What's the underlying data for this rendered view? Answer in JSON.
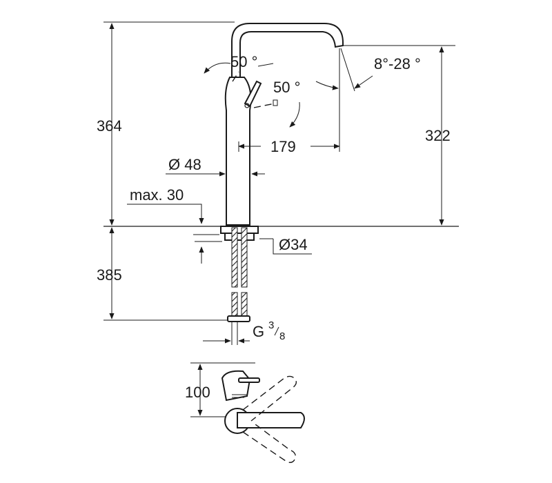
{
  "dimensions": {
    "total_height": "364",
    "spout_height": "322",
    "below_deck": "385",
    "handle_angle_top": "50 °",
    "handle_angle_side": "50 °",
    "spout_tilt": "8°-28 °",
    "projection": "179",
    "body_diameter": "Ø 48",
    "max_deck": "max. 30",
    "hole_diameter": "Ø34",
    "thread_prefix": "G",
    "thread_num": "3",
    "thread_den": "8",
    "plan_depth": "100"
  }
}
